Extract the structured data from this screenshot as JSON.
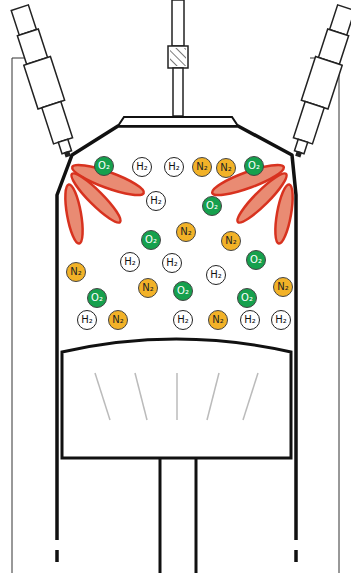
{
  "diagram": {
    "nodes": [
      {
        "text": [
          "O₂"
        ]
      },
      {
        "text": [
          "H₂"
        ]
      },
      {
        "text": [
          "H₂"
        ]
      },
      {
        "text": [
          "N₂"
        ]
      },
      {
        "text": [
          "N₂"
        ]
      },
      {
        "text": [
          "O₂"
        ]
      },
      {
        "text": [
          "H₂"
        ]
      },
      {
        "text": [
          "O₂"
        ]
      },
      {
        "text": [
          "N₂"
        ]
      },
      {
        "text": [
          "O₂"
        ]
      },
      {
        "text": [
          "N₂"
        ]
      },
      {
        "text": [
          "H₂"
        ]
      },
      {
        "text": [
          "H₂"
        ]
      },
      {
        "text": [
          "O₂"
        ]
      },
      {
        "text": [
          "N₂"
        ]
      },
      {
        "text": [
          "H₂"
        ]
      },
      {
        "text": [
          "N₂"
        ]
      },
      {
        "text": [
          "O₂"
        ]
      },
      {
        "text": [
          "N₂"
        ]
      },
      {
        "text": [
          "O₂"
        ]
      },
      {
        "text": [
          "O₂"
        ]
      },
      {
        "text": [
          "H₂"
        ]
      },
      {
        "text": [
          "N₂"
        ]
      },
      {
        "text": [
          "H₂"
        ]
      },
      {
        "text": [
          "N₂"
        ]
      },
      {
        "text": [
          "H₂"
        ]
      },
      {
        "text": [
          "H₂"
        ]
      }
    ]
  }
}
